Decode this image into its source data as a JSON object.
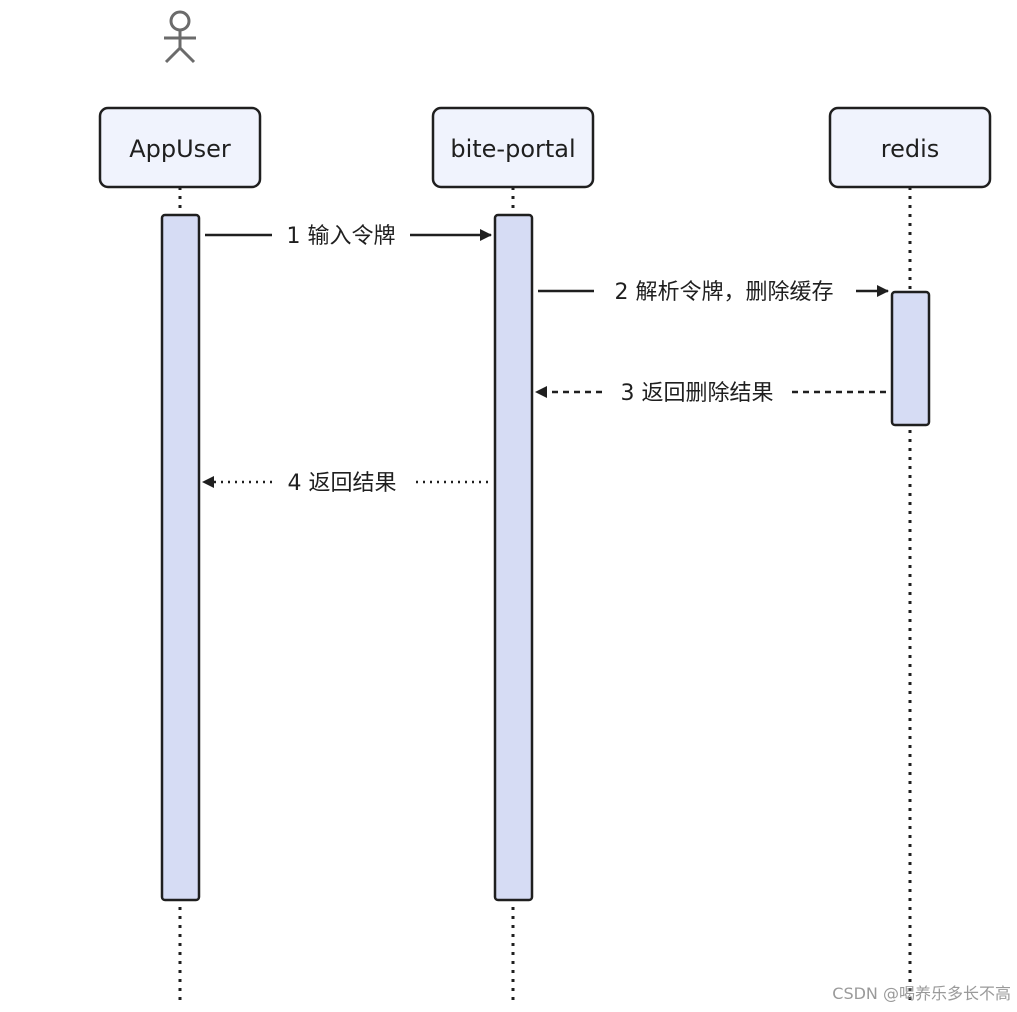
{
  "participants": [
    {
      "id": "appuser",
      "label": "AppUser",
      "actor_icon": "person-icon"
    },
    {
      "id": "portal",
      "label": "bite-portal"
    },
    {
      "id": "redis",
      "label": "redis"
    }
  ],
  "messages": [
    {
      "id": "m1",
      "label": "1 输入令牌",
      "from": "appuser",
      "to": "portal",
      "style": "solid"
    },
    {
      "id": "m2",
      "label": "2 解析令牌，删除缓存",
      "from": "portal",
      "to": "redis",
      "style": "solid"
    },
    {
      "id": "m3",
      "label": "3 返回删除结果",
      "from": "redis",
      "to": "portal",
      "style": "dashed"
    },
    {
      "id": "m4",
      "label": "4 返回结果",
      "from": "portal",
      "to": "appuser",
      "style": "dotted"
    }
  ],
  "colors": {
    "box_fill": "#f0f3fd",
    "activation_fill": "#d6dcf4",
    "stroke": "#1f1f1f",
    "actor": "#6b6b6b"
  },
  "watermark": "CSDN @喝养乐多长不高"
}
